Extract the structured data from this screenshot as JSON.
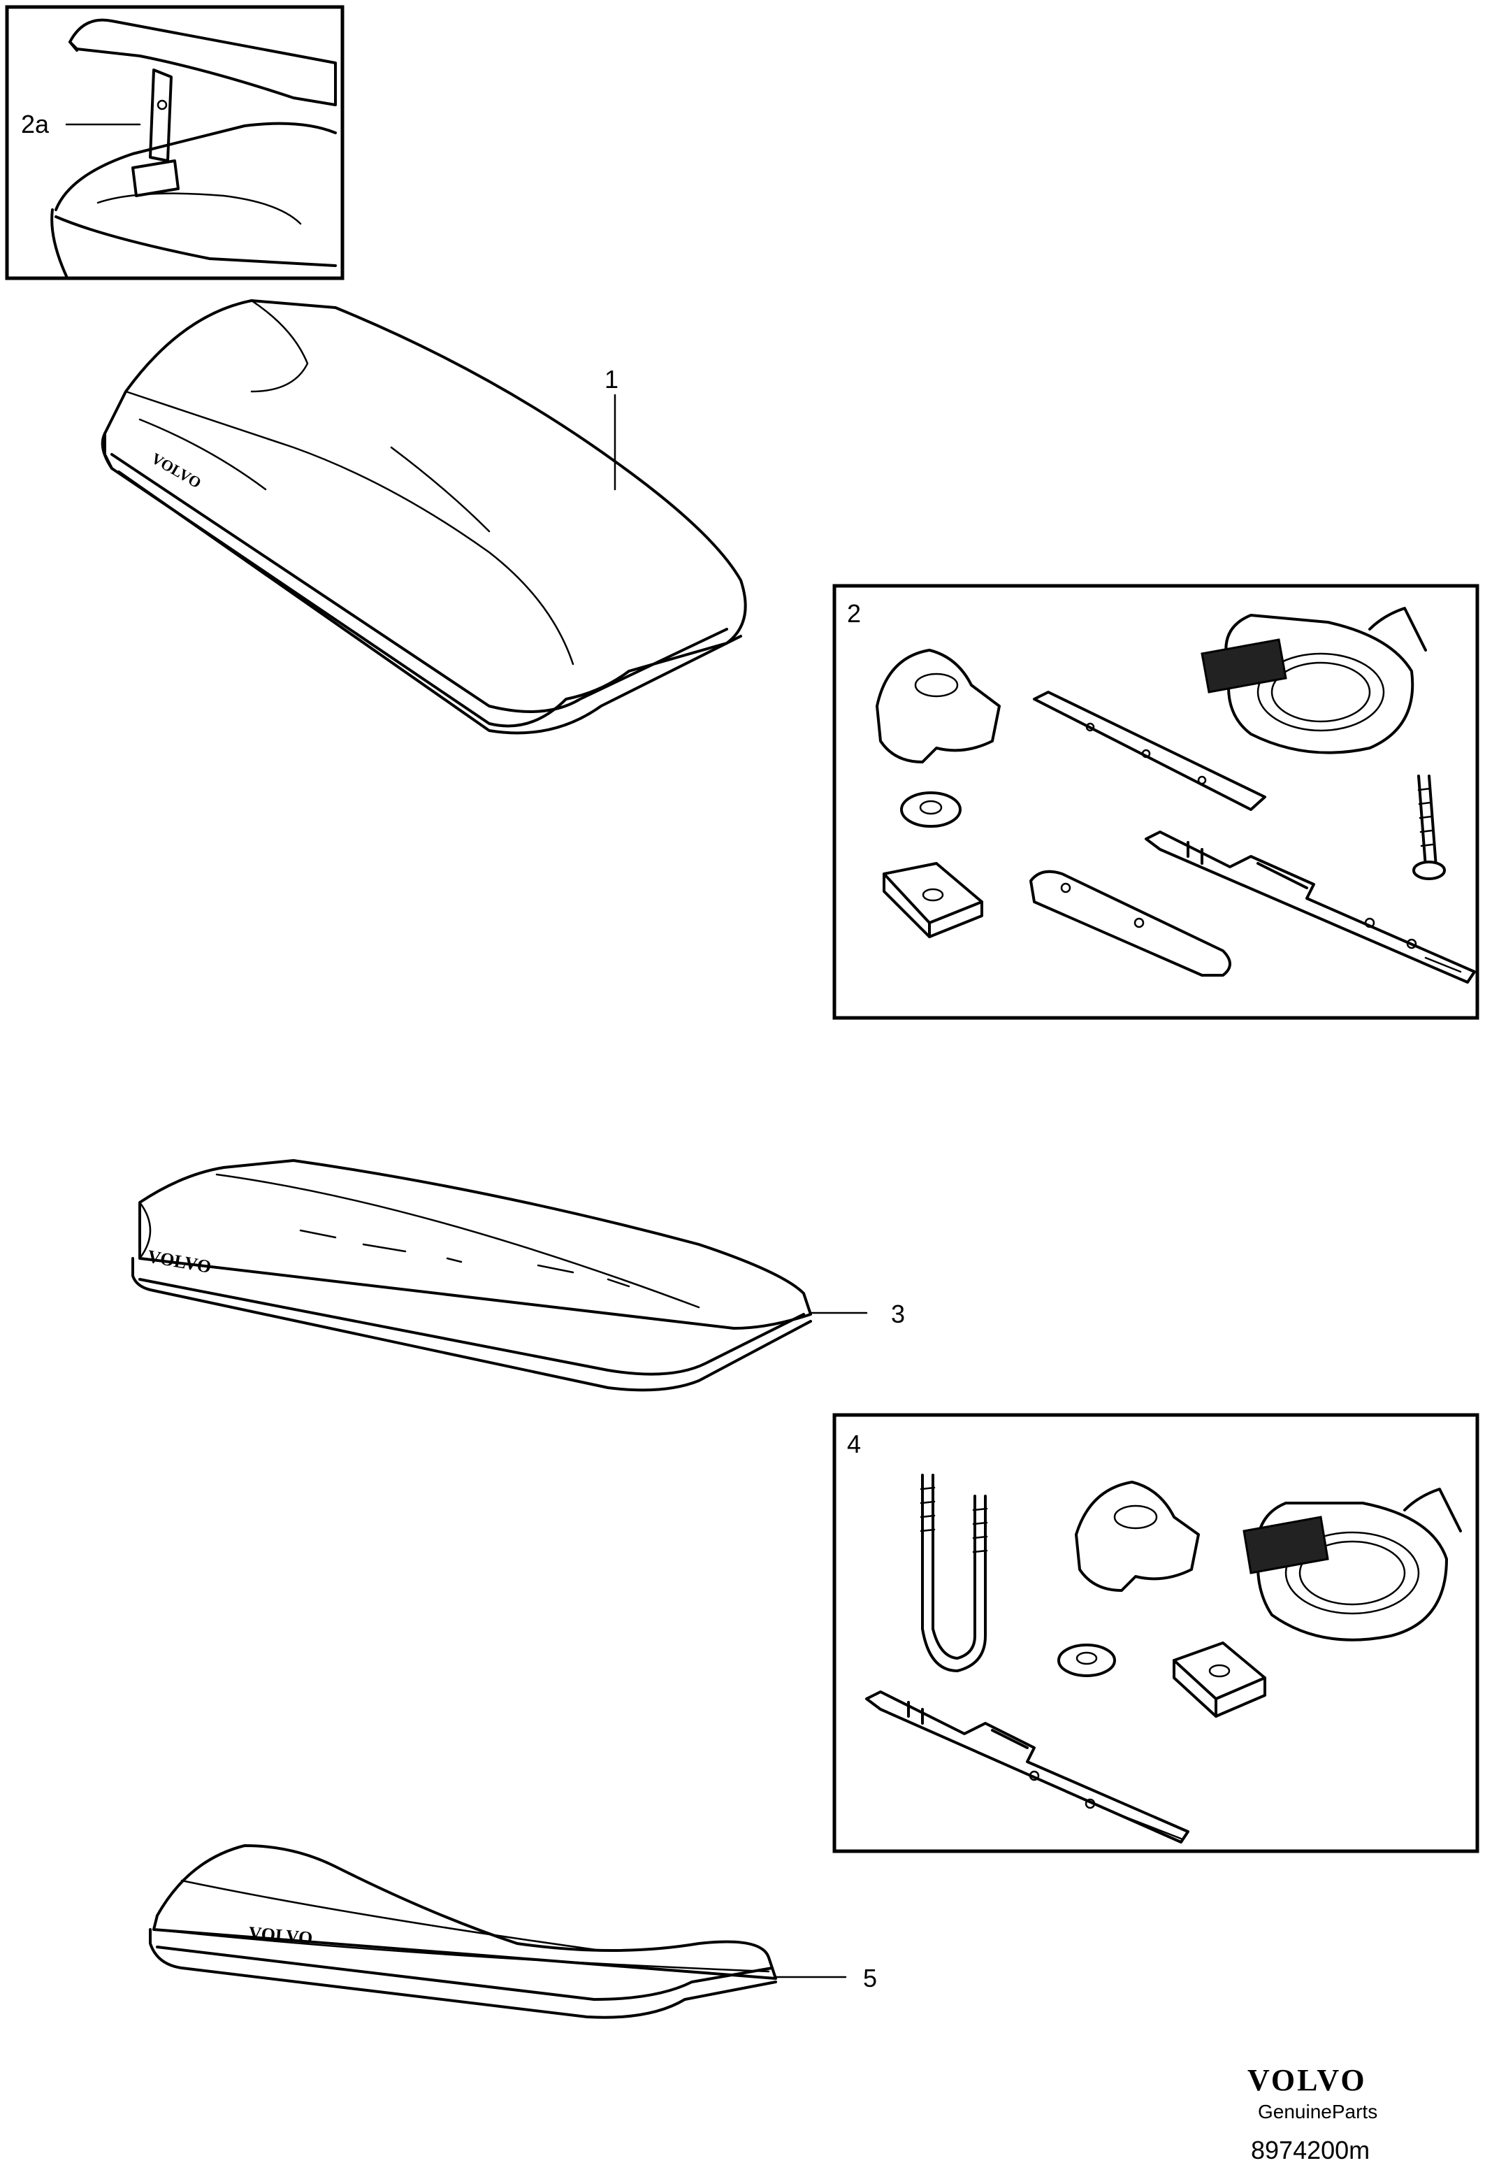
{
  "callouts": {
    "c1": "1",
    "c2": "2",
    "c2a": "2a",
    "c3": "3",
    "c4": "4",
    "c5": "5"
  },
  "box_logo": "VOLVO",
  "footer": {
    "brand": "VOLVO",
    "sub": "GenuineParts",
    "ref": "8974200m"
  }
}
